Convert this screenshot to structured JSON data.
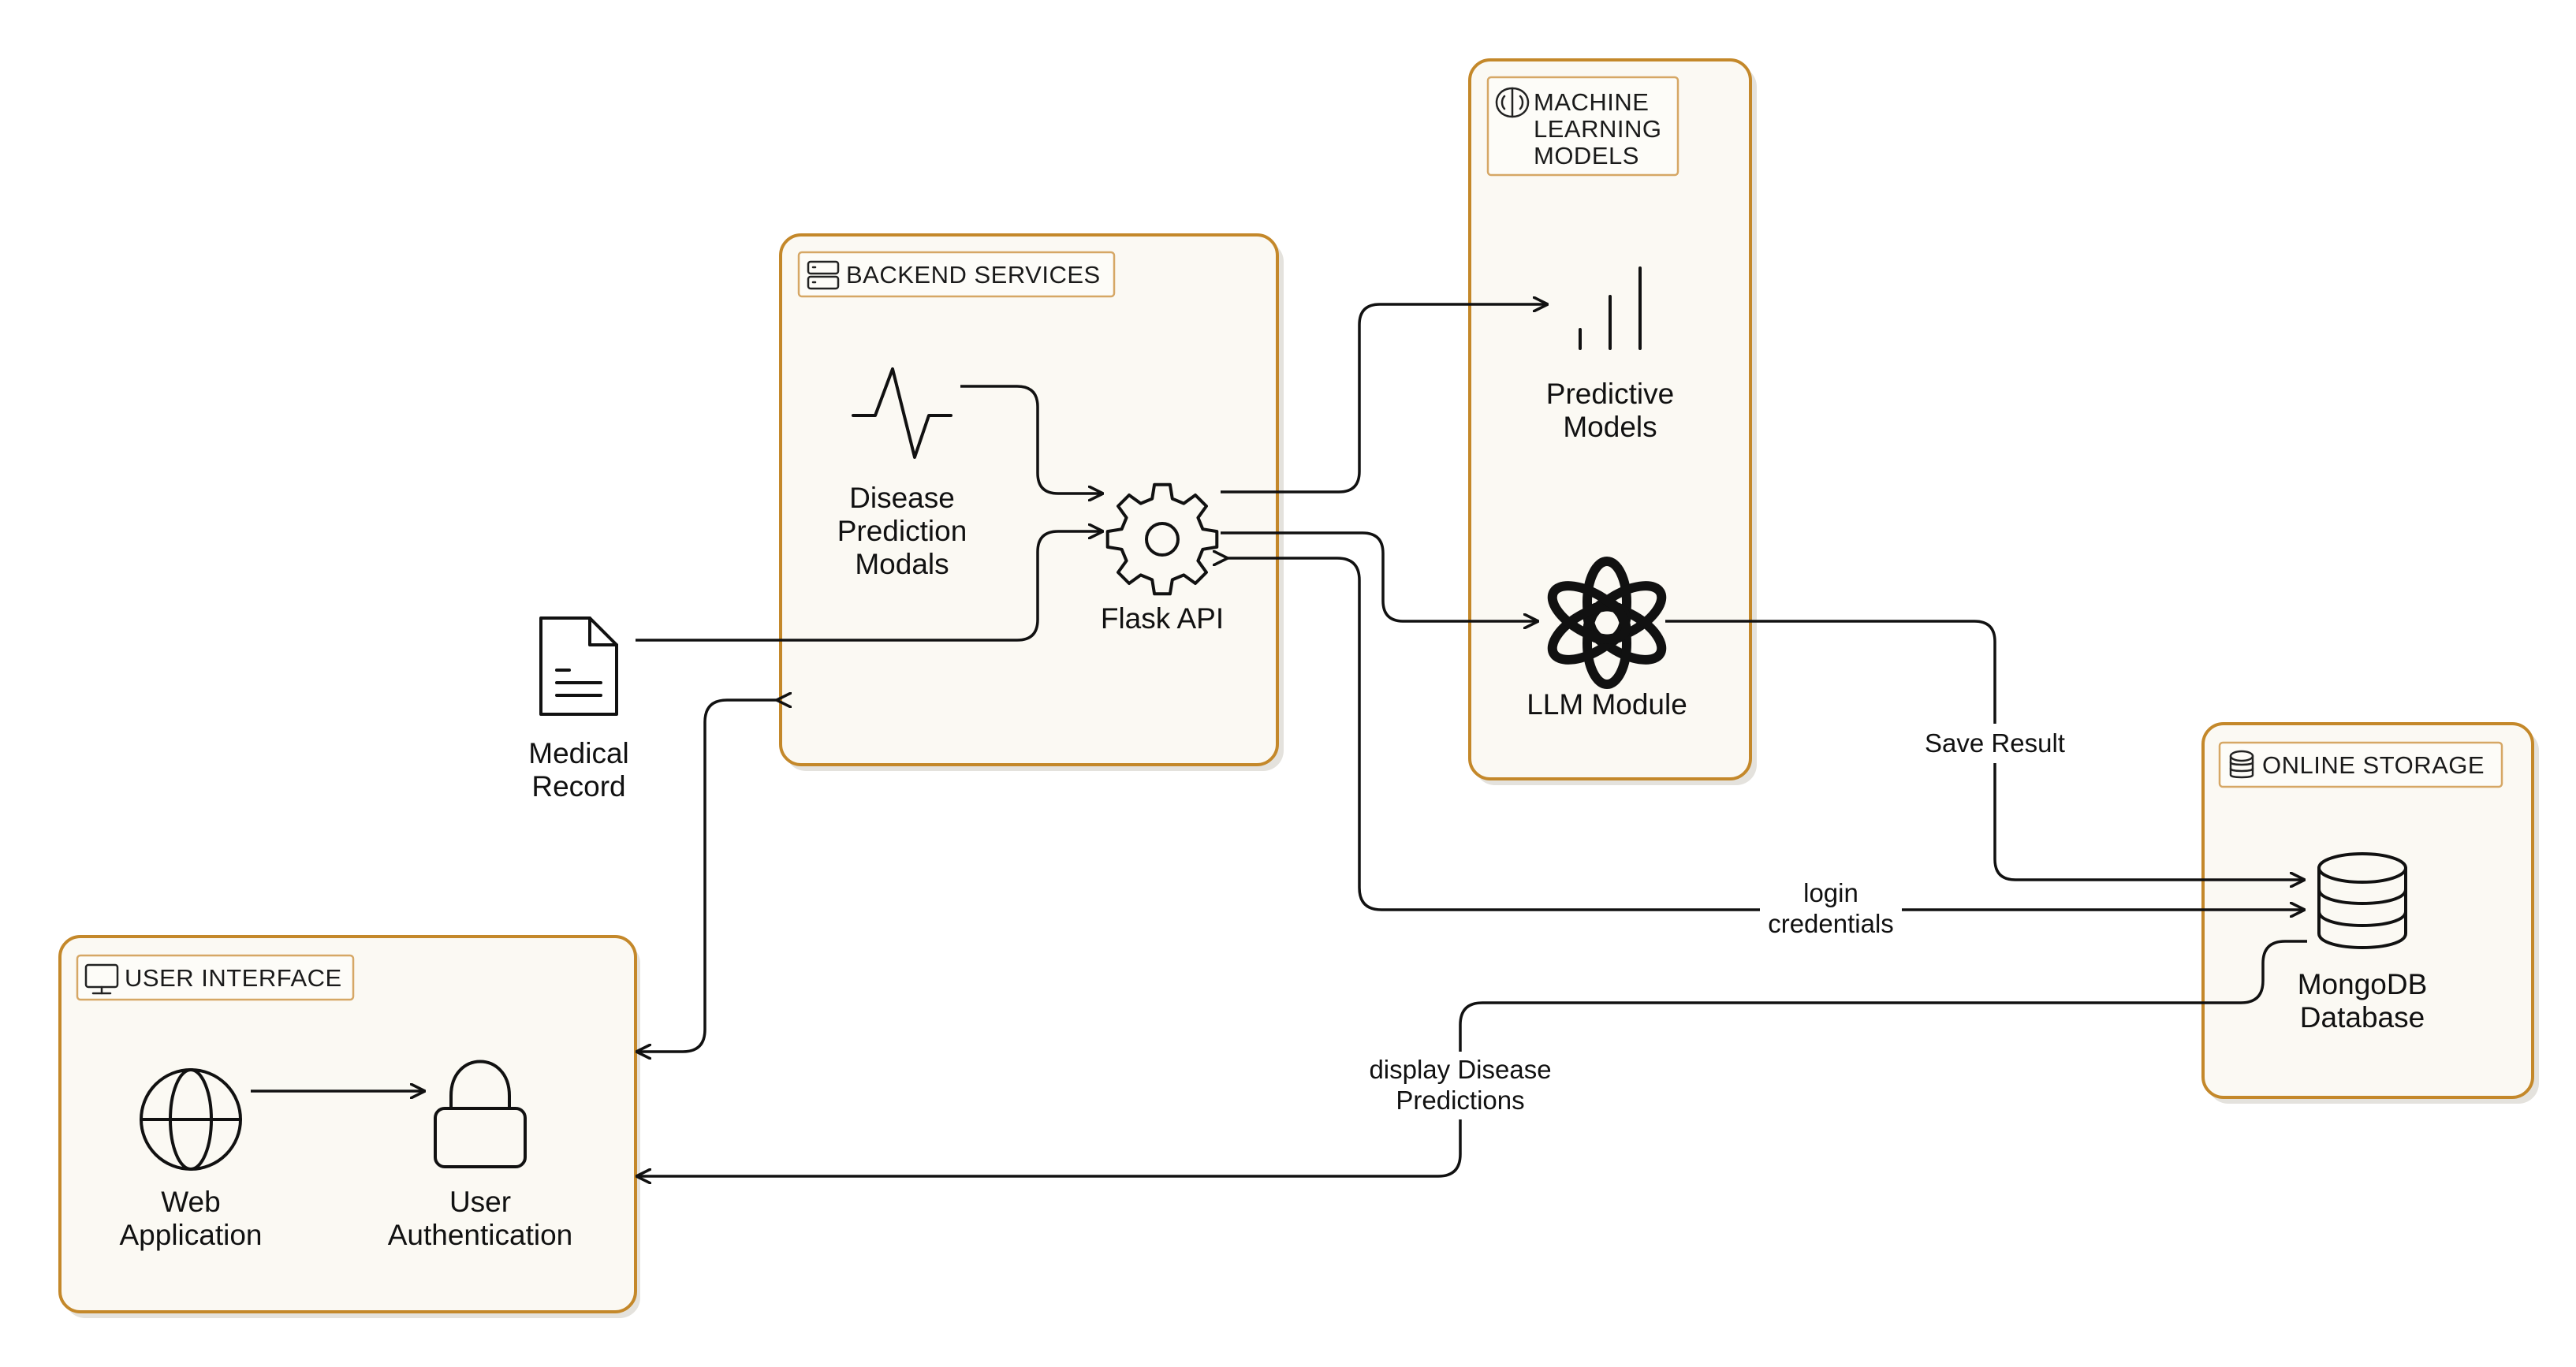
{
  "groups": {
    "backend": {
      "title": "BACKEND SERVICES",
      "icon": "server-icon"
    },
    "ml": {
      "title_lines": [
        "MACHINE",
        "LEARNING",
        "MODELS"
      ],
      "icon": "brain-icon"
    },
    "ui": {
      "title": "USER INTERFACE",
      "icon": "monitor-icon"
    },
    "storage": {
      "title": "ONLINE STORAGE",
      "icon": "database-icon"
    }
  },
  "nodes": {
    "disease_prediction": {
      "lines": [
        "Disease",
        "Prediction",
        "Modals"
      ],
      "icon": "pulse-icon"
    },
    "flask_api": {
      "lines": [
        "Flask API"
      ],
      "icon": "gear-icon"
    },
    "medical_record": {
      "lines": [
        "Medical",
        "Record"
      ],
      "icon": "document-icon"
    },
    "predictive_models": {
      "lines": [
        "Predictive",
        "Models"
      ],
      "icon": "bar-chart-icon"
    },
    "llm_module": {
      "lines": [
        "LLM Module"
      ],
      "icon": "openai-icon"
    },
    "web_application": {
      "lines": [
        "Web",
        "Application"
      ],
      "icon": "globe-icon"
    },
    "user_authentication": {
      "lines": [
        "User",
        "Authentication"
      ],
      "icon": "lock-icon"
    },
    "mongodb": {
      "lines": [
        "MongoDB",
        "Database"
      ],
      "icon": "database-icon"
    }
  },
  "edges": {
    "save_result": "Save Result",
    "login_credentials": [
      "login",
      "credentials"
    ],
    "display_predictions": [
      "display Disease",
      "Predictions"
    ]
  },
  "colors": {
    "group_border": "#c4882a",
    "group_fill": "#fbf9f3",
    "line": "#111111"
  }
}
